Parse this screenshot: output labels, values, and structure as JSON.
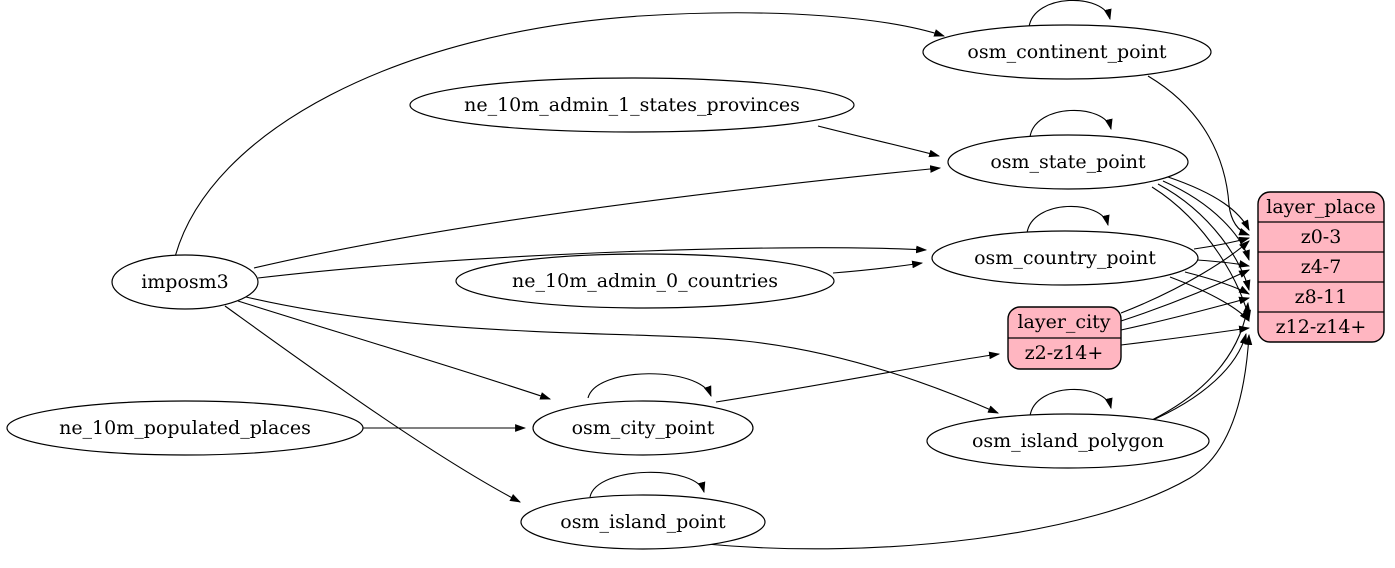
{
  "diagram": {
    "kind": "etl-dependency-graph",
    "layer": "place"
  },
  "colors": {
    "background": "#ffffff",
    "stroke": "#000000",
    "node_fill": "#ffffff",
    "record_fill": "#ffb6c1"
  },
  "nodes": {
    "imposm3": {
      "label": "imposm3"
    },
    "ne_10m_admin_1_states_provinces": {
      "label": "ne_10m_admin_1_states_provinces"
    },
    "ne_10m_admin_0_countries": {
      "label": "ne_10m_admin_0_countries"
    },
    "ne_10m_populated_places": {
      "label": "ne_10m_populated_places"
    },
    "osm_continent_point": {
      "label": "osm_continent_point"
    },
    "osm_state_point": {
      "label": "osm_state_point"
    },
    "osm_country_point": {
      "label": "osm_country_point"
    },
    "osm_city_point": {
      "label": "osm_city_point"
    },
    "osm_island_polygon": {
      "label": "osm_island_polygon"
    },
    "osm_island_point": {
      "label": "osm_island_point"
    }
  },
  "records": {
    "layer_city": {
      "title": "layer_city",
      "rows": [
        "z2-z14+"
      ]
    },
    "layer_place": {
      "title": "layer_place",
      "rows": [
        "z0-3",
        "z4-7",
        "z8-11",
        "z12-z14+"
      ]
    }
  },
  "self_loops": [
    "osm_continent_point",
    "osm_state_point",
    "osm_country_point",
    "osm_city_point",
    "osm_island_polygon",
    "osm_island_point"
  ],
  "edges": [
    {
      "from": "imposm3",
      "to": "osm_continent_point"
    },
    {
      "from": "imposm3",
      "to": "osm_state_point"
    },
    {
      "from": "imposm3",
      "to": "osm_country_point"
    },
    {
      "from": "imposm3",
      "to": "osm_city_point"
    },
    {
      "from": "imposm3",
      "to": "osm_island_polygon"
    },
    {
      "from": "imposm3",
      "to": "osm_island_point"
    },
    {
      "from": "ne_10m_admin_1_states_provinces",
      "to": "osm_state_point"
    },
    {
      "from": "ne_10m_admin_0_countries",
      "to": "osm_country_point"
    },
    {
      "from": "ne_10m_populated_places",
      "to": "osm_city_point"
    },
    {
      "from": "osm_continent_point",
      "to": "layer_place",
      "row": "z0-3"
    },
    {
      "from": "osm_state_point",
      "to": "layer_place",
      "row": "z0-3"
    },
    {
      "from": "osm_state_point",
      "to": "layer_place",
      "row": "z4-7"
    },
    {
      "from": "osm_state_point",
      "to": "layer_place",
      "row": "z8-11"
    },
    {
      "from": "osm_state_point",
      "to": "layer_place",
      "row": "z12-z14+"
    },
    {
      "from": "osm_country_point",
      "to": "layer_place",
      "row": "z0-3"
    },
    {
      "from": "osm_country_point",
      "to": "layer_place",
      "row": "z4-7"
    },
    {
      "from": "osm_country_point",
      "to": "layer_place",
      "row": "z8-11"
    },
    {
      "from": "osm_country_point",
      "to": "layer_place",
      "row": "z12-z14+"
    },
    {
      "from": "osm_city_point",
      "to": "layer_city",
      "row": "z2-z14+"
    },
    {
      "from": "layer_city",
      "to": "layer_place",
      "row": "z0-3"
    },
    {
      "from": "layer_city",
      "to": "layer_place",
      "row": "z4-7"
    },
    {
      "from": "layer_city",
      "to": "layer_place",
      "row": "z8-11"
    },
    {
      "from": "layer_city",
      "to": "layer_place",
      "row": "z12-z14+"
    },
    {
      "from": "osm_island_polygon",
      "to": "layer_place",
      "row": "z8-11"
    },
    {
      "from": "osm_island_polygon",
      "to": "layer_place",
      "row": "z12-z14+"
    },
    {
      "from": "osm_island_point",
      "to": "layer_place",
      "row": "z12-z14+"
    }
  ]
}
